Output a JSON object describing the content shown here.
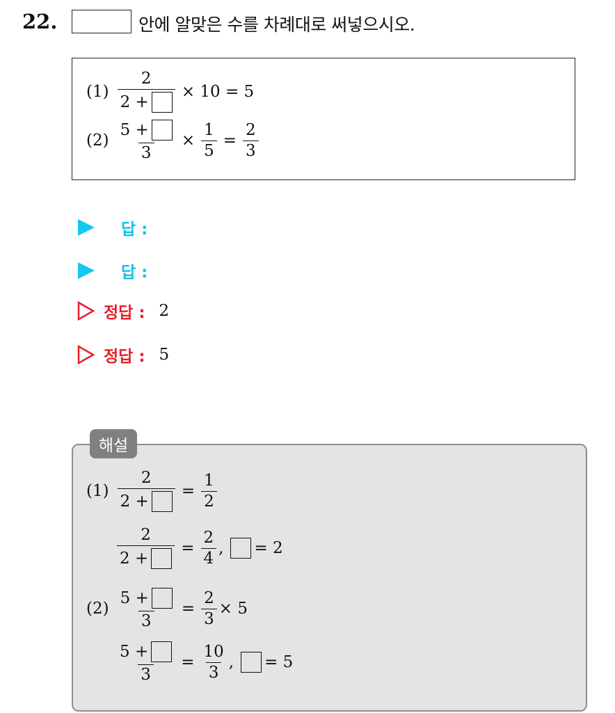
{
  "question": {
    "number": "22.",
    "text": "안에 알맞은 수를 차례대로 써넣으시오."
  },
  "problem": {
    "p1": {
      "label": "(1)",
      "num": "2",
      "den_prefix": "2 +",
      "rhs": "× 10 = 5"
    },
    "p2": {
      "label": "(2)",
      "num_prefix": "5 +",
      "den": "3",
      "times": "×",
      "f_num": "1",
      "f_den": "5",
      "eq": "=",
      "r_num": "2",
      "r_den": "3"
    }
  },
  "answers": {
    "label_answer": "답 :",
    "label_correct": "정답 :",
    "values": [
      "2",
      "5"
    ]
  },
  "solution": {
    "tag": "해설",
    "l1": {
      "label": "(1)",
      "num": "2",
      "den_prefix": "2 +",
      "eq": "=",
      "r_num": "1",
      "r_den": "2"
    },
    "l2": {
      "num": "2",
      "den_prefix": "2 +",
      "eq": "=",
      "r_num": "2",
      "r_den": "4",
      "tail": "= 2"
    },
    "l3": {
      "label": "(2)",
      "num_prefix": "5 +",
      "den": "3",
      "eq": "=",
      "r_num": "2",
      "r_den": "3",
      "tail": "× 5"
    },
    "l4": {
      "num_prefix": "5 +",
      "den": "3",
      "eq": "=",
      "r_num": "10",
      "r_den": "3",
      "tail": "= 5"
    }
  },
  "colors": {
    "answer_marker": "#14c8f0",
    "correct_marker": "#e8202a",
    "solution_bg": "#e4e4e4",
    "solution_tag": "#808080"
  }
}
